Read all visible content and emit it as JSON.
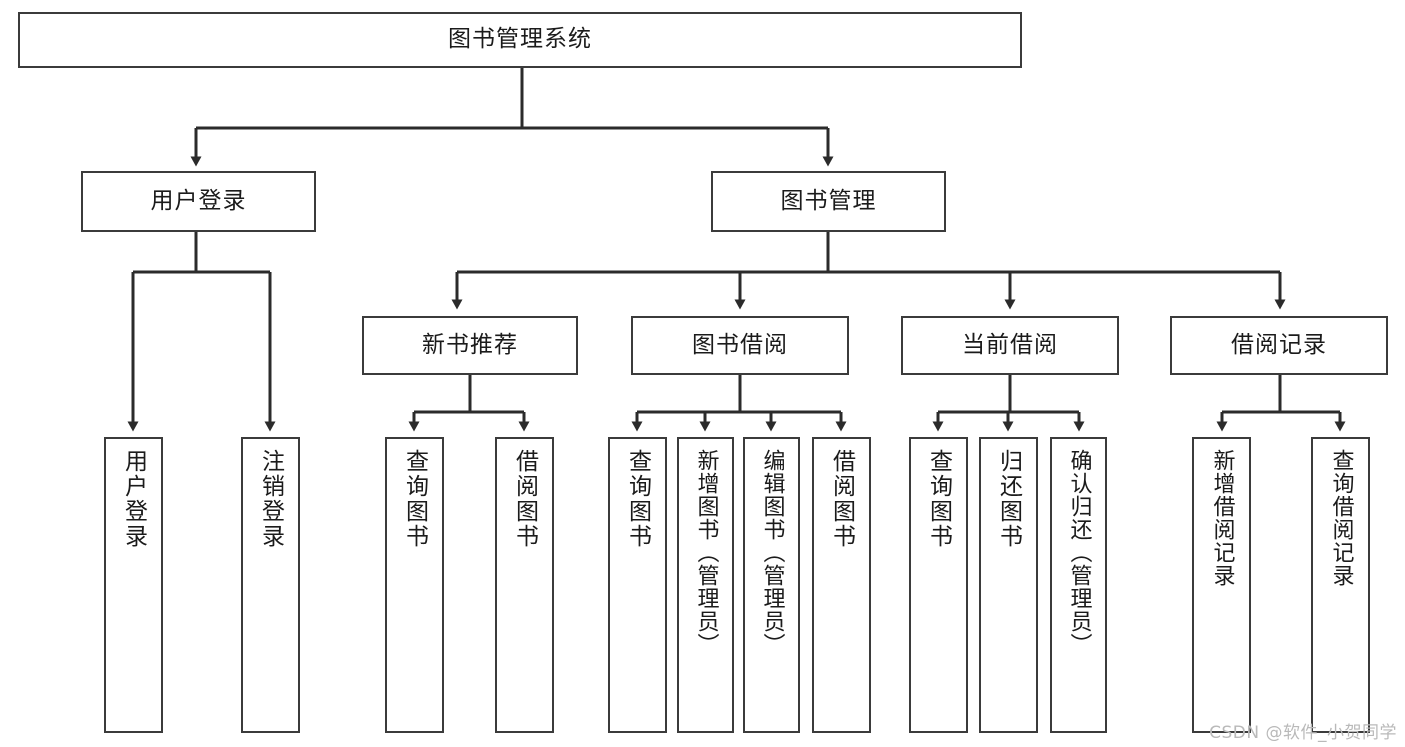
{
  "diagram": {
    "title": "图书管理系统",
    "type": "tree-hierarchy-chart",
    "colors": {
      "box_border": "#3b3b3b",
      "box_fill": "#ffffff",
      "connector": "#2b2b2b",
      "text": "#1b1b1b",
      "watermark": "#b9b9b9",
      "background": "#ffffff"
    },
    "watermark": "CSDN @软件_小贺同学"
  },
  "nodes": {
    "root": {
      "label": "图书管理系统"
    },
    "level2": [
      {
        "label": "用户登录"
      },
      {
        "label": "图书管理"
      }
    ],
    "level3": [
      {
        "label": "新书推荐"
      },
      {
        "label": "图书借阅"
      },
      {
        "label": "当前借阅"
      },
      {
        "label": "借阅记录"
      }
    ],
    "leaves": {
      "user_login": [
        {
          "label": "用户登录"
        },
        {
          "label": "注销登录"
        }
      ],
      "new_book_recommend": [
        {
          "label": "查询图书"
        },
        {
          "label": "借阅图书"
        }
      ],
      "book_borrow": [
        {
          "label": "查询图书"
        },
        {
          "label": "新增图书（管理员）"
        },
        {
          "label": "编辑图书（管理员）"
        },
        {
          "label": "借阅图书"
        }
      ],
      "current_borrow": [
        {
          "label": "查询图书"
        },
        {
          "label": "归还图书"
        },
        {
          "label": "确认归还（管理员）"
        }
      ],
      "borrow_record": [
        {
          "label": "新增借阅记录"
        },
        {
          "label": "查询借阅记录"
        }
      ]
    }
  }
}
